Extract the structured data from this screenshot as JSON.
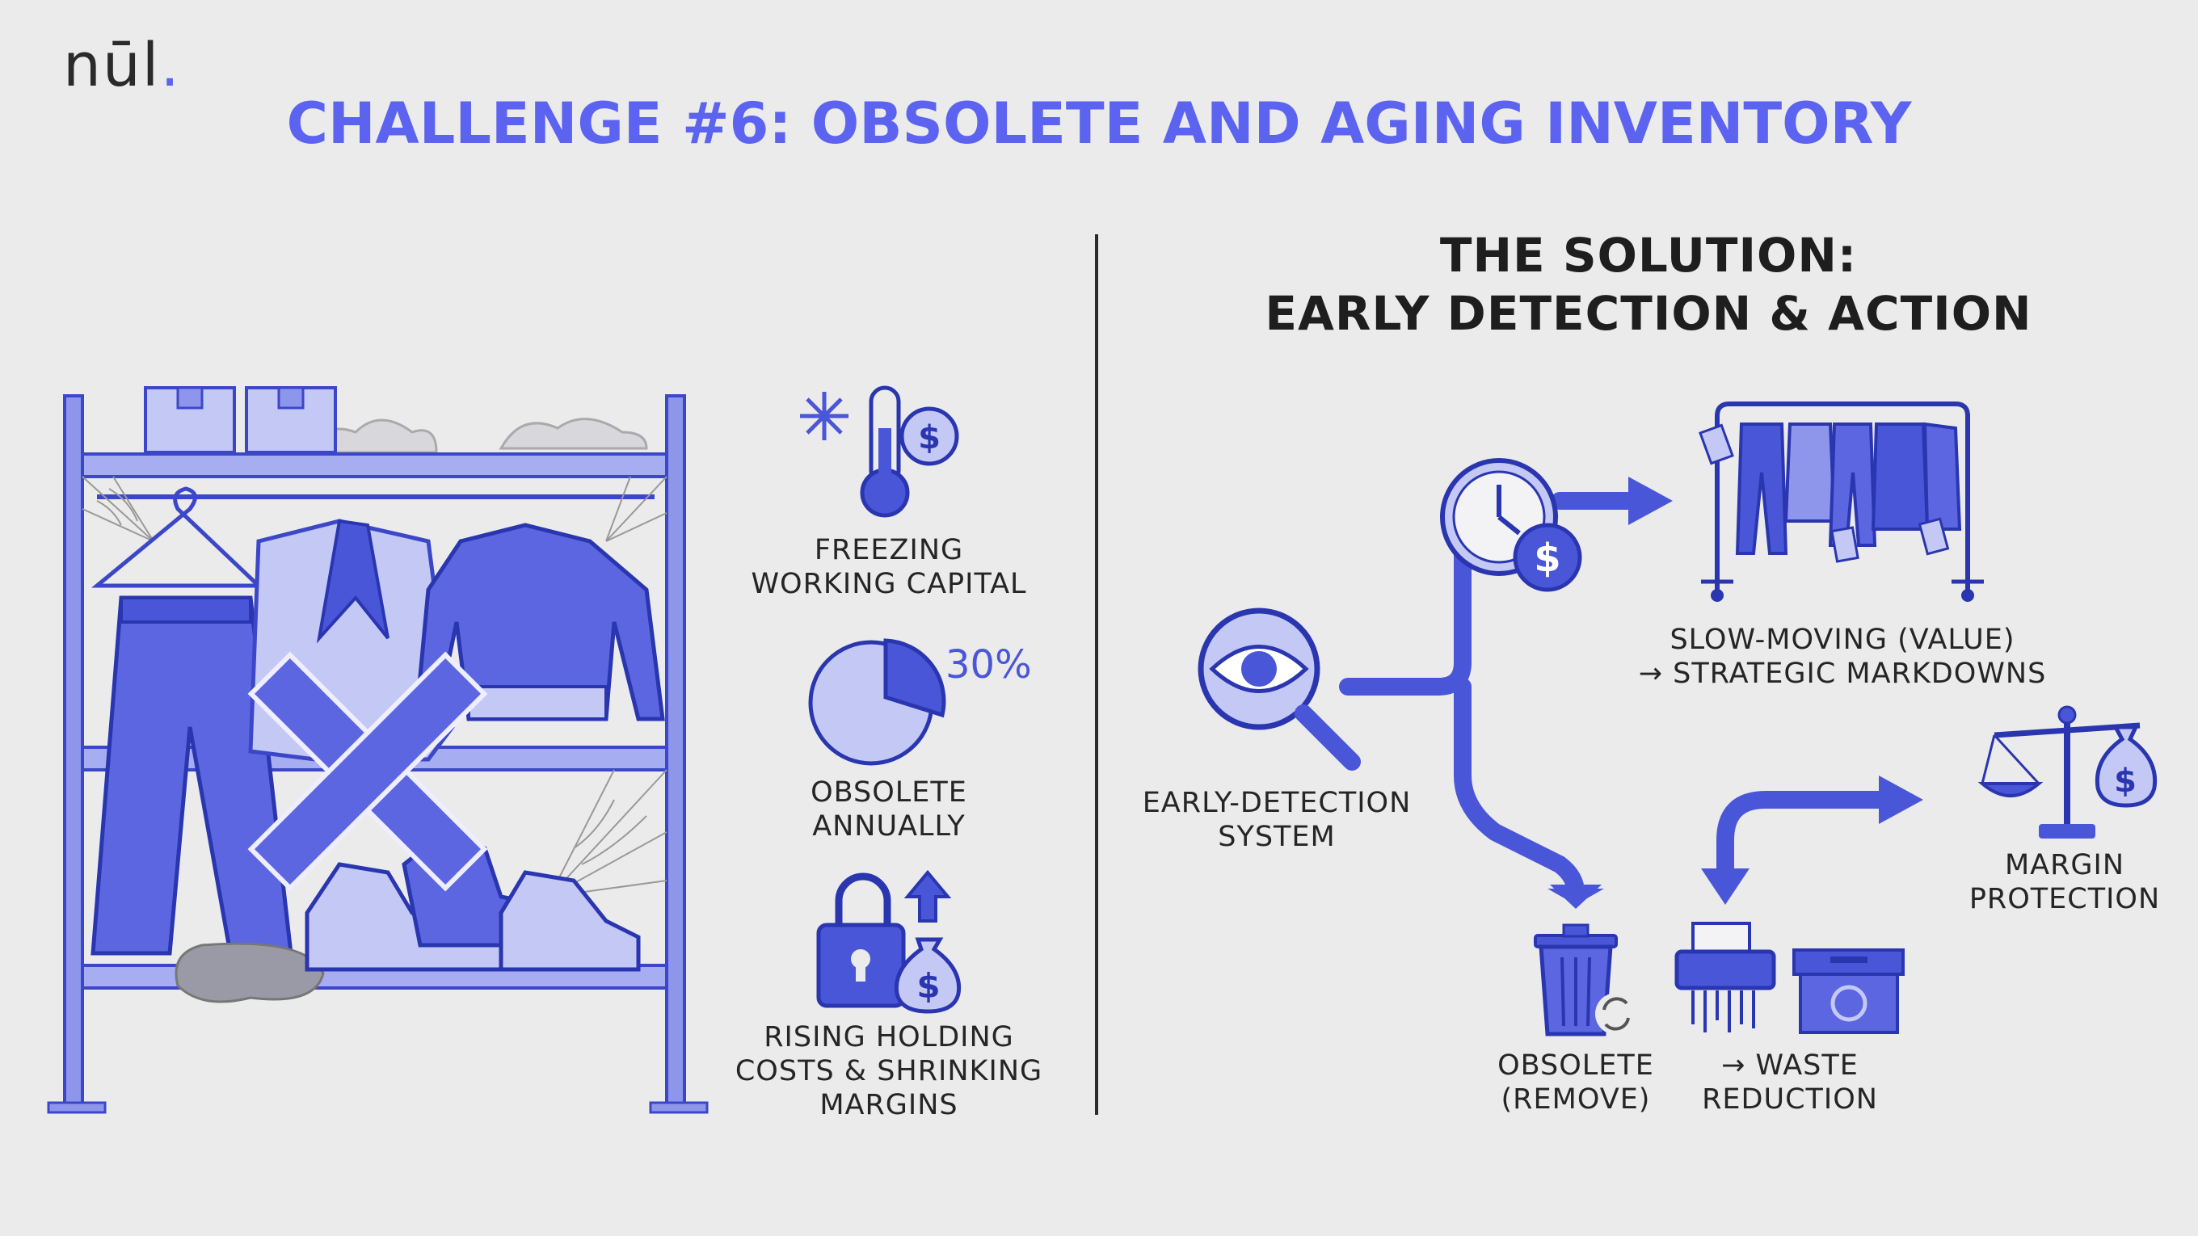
{
  "brand": {
    "logo_text": "nūl",
    "logo_dot": "."
  },
  "title": "CHALLENGE #6: OBSOLETE AND AGING INVENTORY",
  "colors": {
    "accent": "#5b63f0",
    "primary_illustration": "#4a56d8",
    "light_fill": "#c3c8f5",
    "background": "#ebebeb"
  },
  "problems": [
    {
      "icon": "thermometer-snowflake-dollar-icon",
      "label_lines": [
        "FREEZING",
        "WORKING CAPITAL"
      ]
    },
    {
      "icon": "pie-chart-icon",
      "value": "30%",
      "label_lines": [
        "OBSOLETE",
        "ANNUALLY"
      ]
    },
    {
      "icon": "lock-money-bag-arrow-icon",
      "label_lines": [
        "RISING HOLDING",
        "COSTS & SHRINKING",
        "MARGINS"
      ]
    }
  ],
  "solution": {
    "title_lines": [
      "THE SOLUTION:",
      "EARLY DETECTION & ACTION"
    ],
    "nodes": {
      "detection": {
        "icon": "magnifier-eye-icon",
        "label_lines": [
          "EARLY-DETECTION",
          "SYSTEM"
        ]
      },
      "slow_moving": {
        "icon": "clothing-rack-icon",
        "label_lines": [
          "SLOW-MOVING (VALUE)",
          "→ STRATEGIC MARKDOWNS"
        ]
      },
      "obsolete": {
        "icon": "trash-can-icon",
        "label_lines": [
          "OBSOLETE",
          "(REMOVE)"
        ]
      },
      "waste": {
        "icon": "shredder-recycle-box-icon",
        "label_lines": [
          "→ WASTE",
          "REDUCTION"
        ]
      },
      "margin": {
        "icon": "balance-scale-icon",
        "label_lines": [
          "MARGIN",
          "PROTECTION"
        ]
      }
    }
  }
}
